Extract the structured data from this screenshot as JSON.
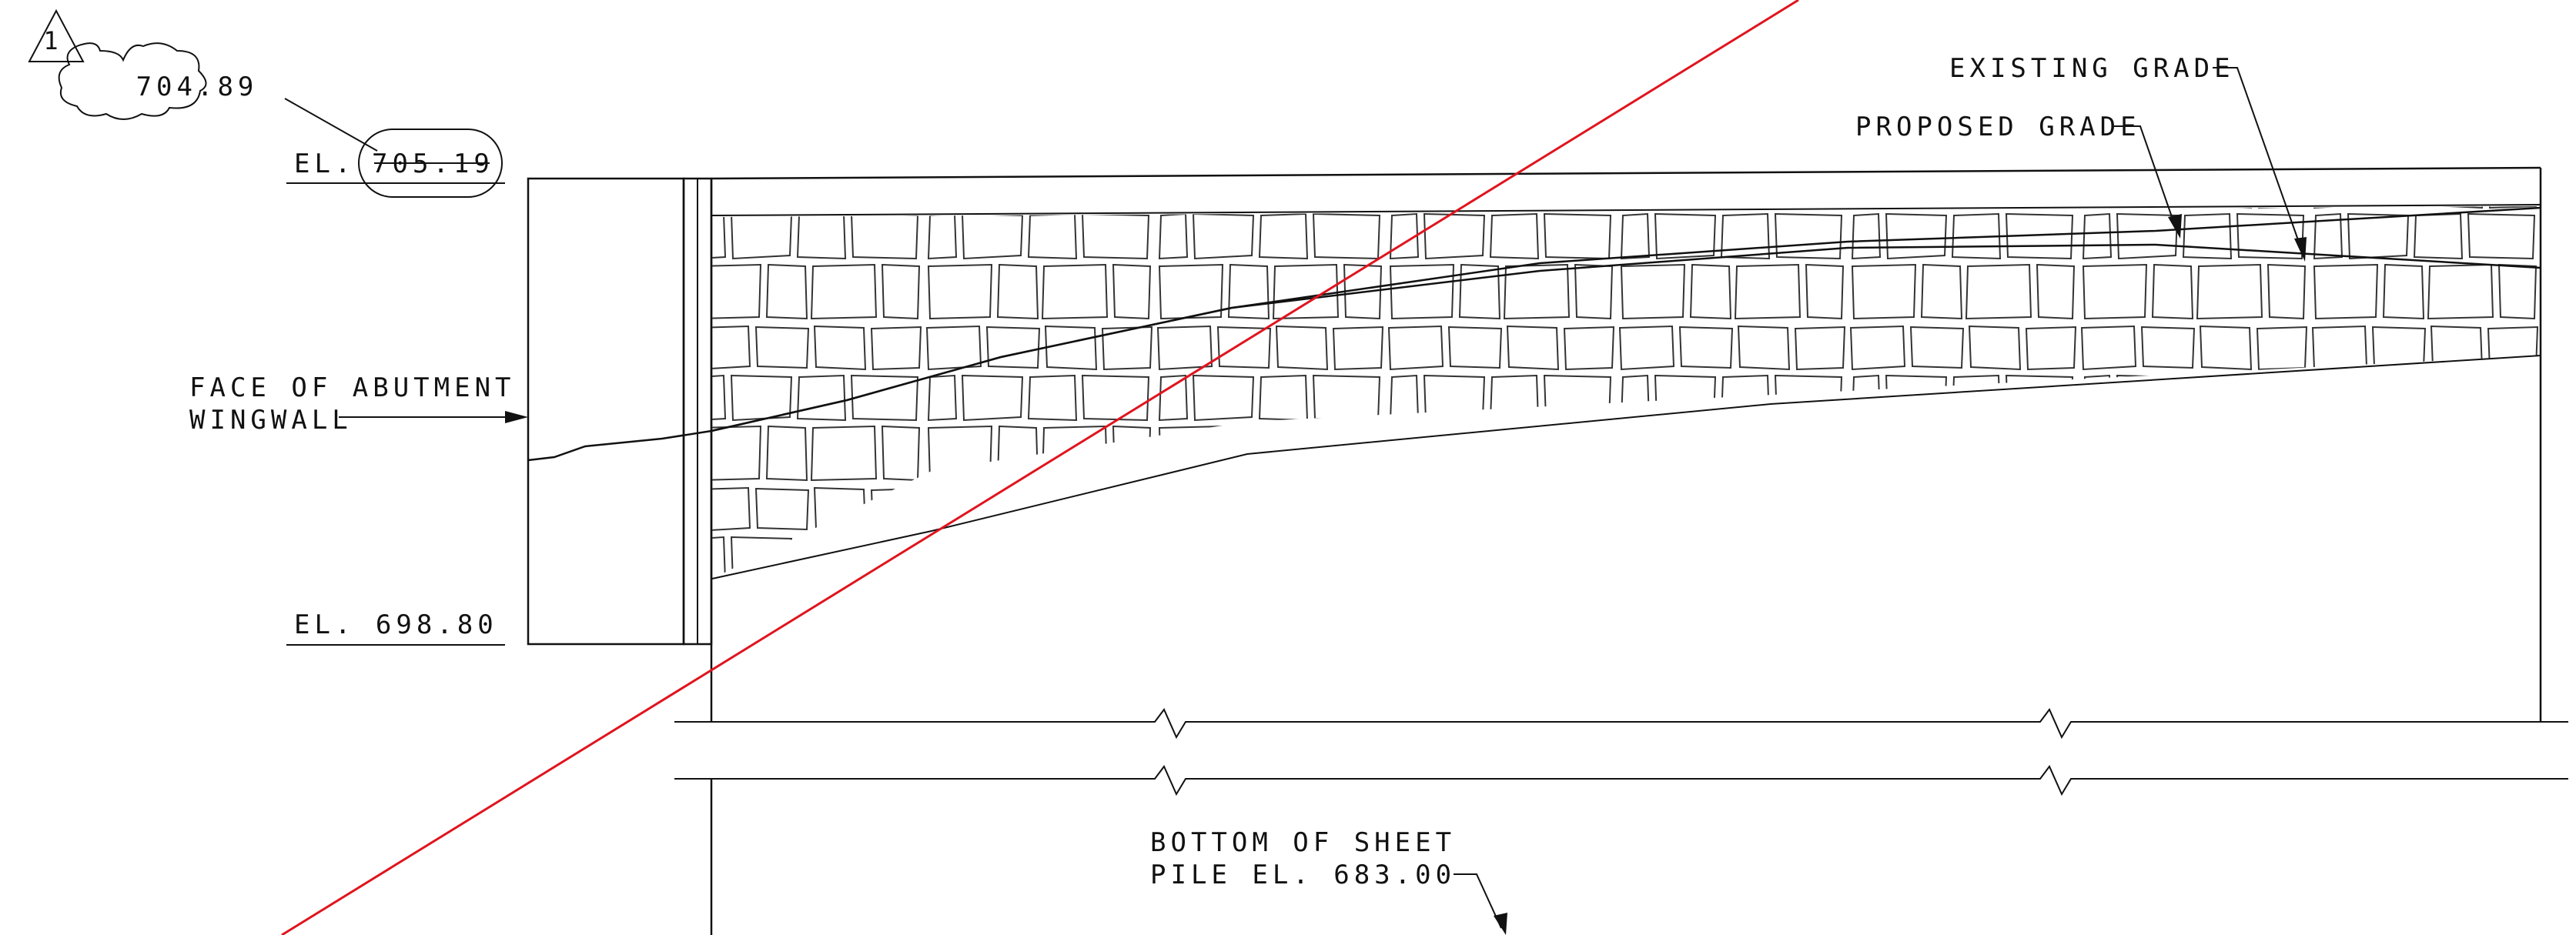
{
  "revision": {
    "triangle_label": "1",
    "cloud_value": "704.89"
  },
  "labels": {
    "top_elevation_prefix": "EL.",
    "top_elevation_value": "705.19",
    "bottom_elevation": "EL. 698.80",
    "abutment_line1": "FACE OF ABUTMENT",
    "abutment_line2": "WINGWALL",
    "existing_grade": "EXISTING GRADE",
    "proposed_grade": "PROPOSED GRADE",
    "sheet_pile_line1": "BOTTOM OF SHEET",
    "sheet_pile_line2": "PILE EL. 683.00"
  },
  "colors": {
    "ink": "#111111",
    "markup_red": "#e0141e",
    "background": "#ffffff"
  }
}
